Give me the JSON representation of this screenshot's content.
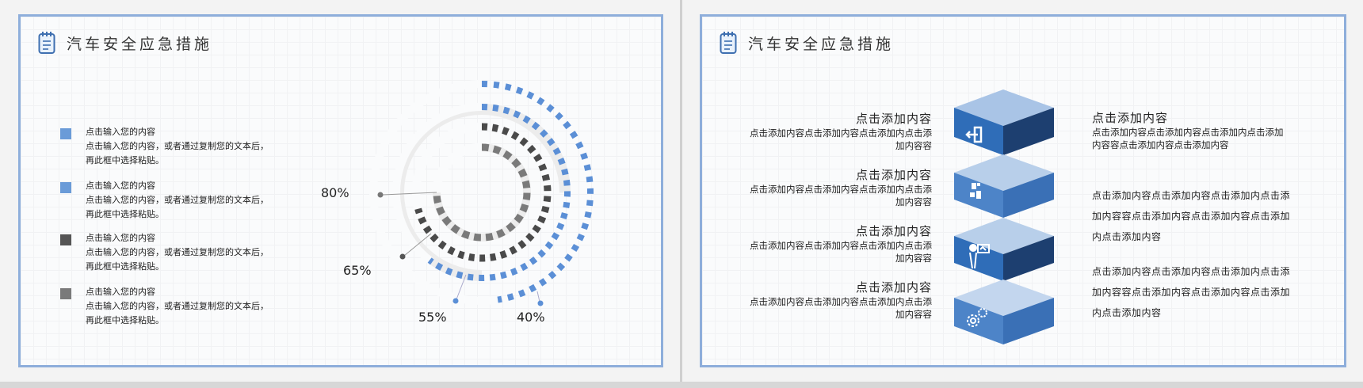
{
  "left_slide": {
    "title": "汽车安全应急措施",
    "title_icon": "notepad-icon",
    "legend": [
      {
        "color": "#6a9bd8",
        "heading": "点击输入您的内容",
        "body": "点击输入您的内容，或者通过复制您的文本后，再此框中选择粘贴。"
      },
      {
        "color": "#6a9bd8",
        "heading": "点击输入您的内容",
        "body": "点击输入您的内容，或者通过复制您的文本后，再此框中选择粘贴。"
      },
      {
        "color": "#555555",
        "heading": "点击输入您的内容",
        "body": "点击输入您的内容，或者通过复制您的文本后，再此框中选择粘贴。"
      },
      {
        "color": "#7a7a7a",
        "heading": "点击输入您的内容",
        "body": "点击输入您的内容，或者通过复制您的文本后，再此框中选择粘贴。"
      }
    ],
    "labels": [
      "80%",
      "65%",
      "55%",
      "40%"
    ]
  },
  "chart_data": {
    "type": "radial-progress",
    "title": "汽车安全应急措施",
    "categories": [
      "点击输入您的内容",
      "点击输入您的内容",
      "点击输入您的内容",
      "点击输入您的内容"
    ],
    "series": [
      {
        "name": "inner gray ring",
        "value": 80,
        "color": "#7a7a7a"
      },
      {
        "name": "dark ring",
        "value": 65,
        "color": "#4a4a4a"
      },
      {
        "name": "inner blue ring",
        "value": 55,
        "color": "#5b8fd6"
      },
      {
        "name": "outer blue ring",
        "value": 40,
        "color": "#5b8fd6"
      }
    ],
    "unit": "%"
  },
  "right_slide": {
    "title": "汽车安全应急措施",
    "title_icon": "notepad-icon",
    "left_items": [
      {
        "heading": "点击添加内容",
        "body": "点击添加内容点击添加内容点击添加内点击添加内容容"
      },
      {
        "heading": "点击添加内容",
        "body": "点击添加内容点击添加内容点击添加内点击添加内容容"
      },
      {
        "heading": "点击添加内容",
        "body": "点击添加内容点击添加内容点击添加内点击添加内容容"
      },
      {
        "heading": "点击添加内容",
        "body": "点击添加内容点击添加内容点击添加内点击添加内容容"
      }
    ],
    "cubes": [
      {
        "icon": "exit-door-icon"
      },
      {
        "icon": "puzzle-icon"
      },
      {
        "icon": "presenter-icon"
      },
      {
        "icon": "gears-icon"
      }
    ],
    "right_items": [
      {
        "heading": "点击添加内容",
        "body": "点击添加内容点击添加内容点击添加内点击添加内容容点击添加内容点击添加内容"
      },
      {
        "heading": "",
        "body": "点击添加内容点击添加内容点击添加内点击添加内容容点击添加内容点击添加内容点击添加内点击添加内容"
      },
      {
        "heading": "",
        "body": "点击添加内容点击添加内容点击添加内点击添加内容容点击添加内容点击添加内容点击添加内点击添加内容"
      }
    ]
  }
}
